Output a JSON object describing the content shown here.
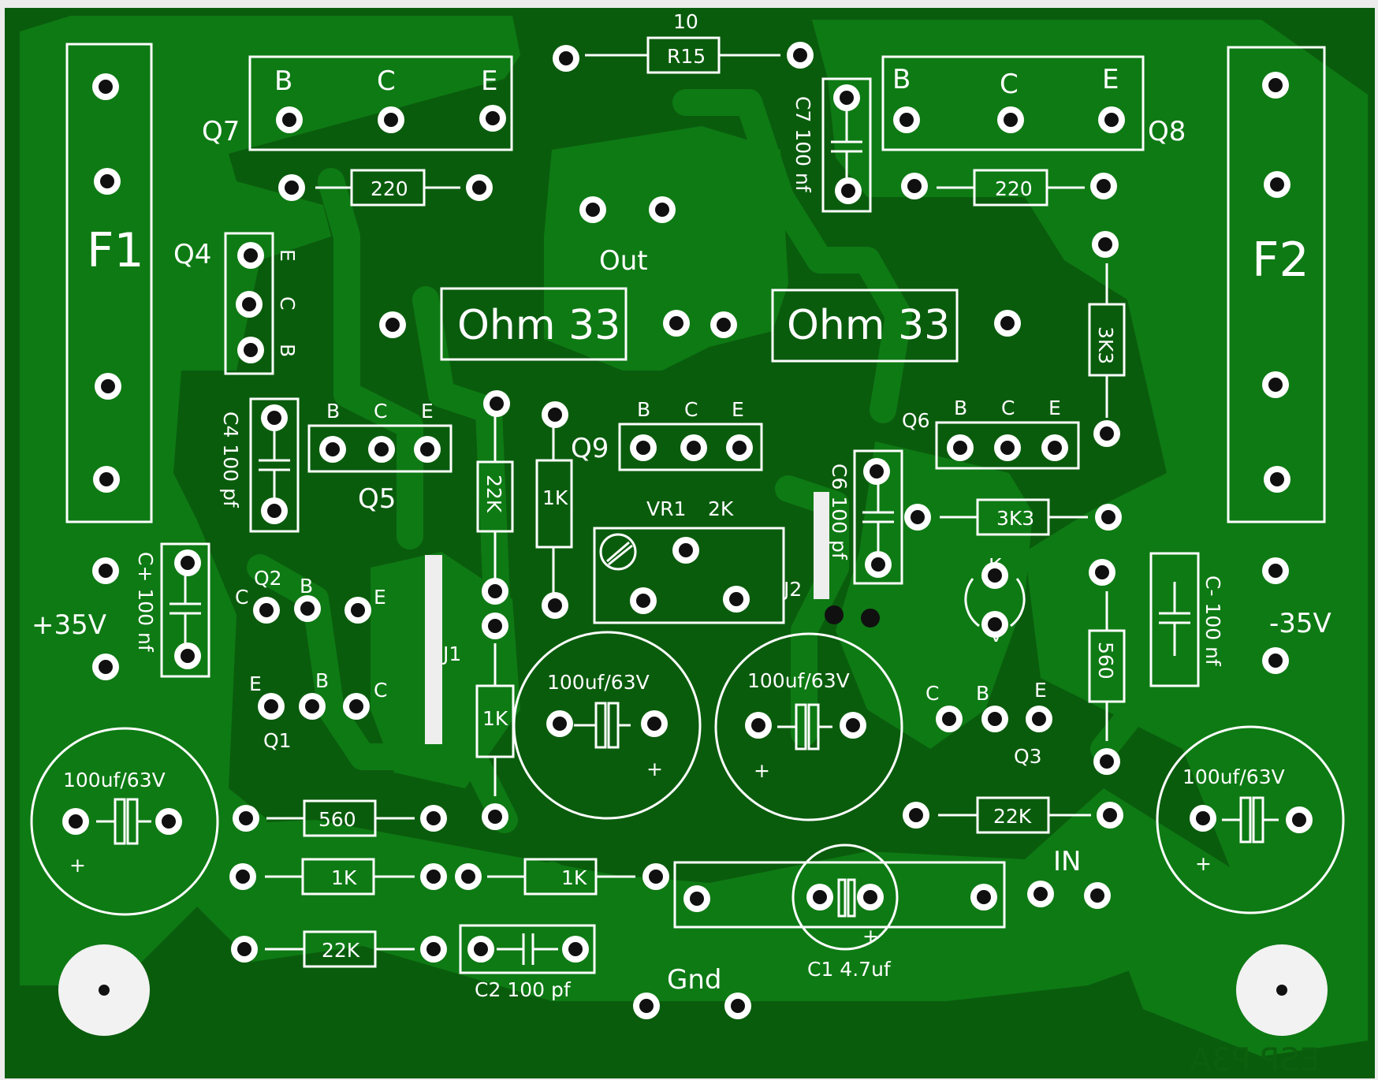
{
  "board": {
    "colors": {
      "copper": "#0e7a14",
      "substrate": "#0a5c0d",
      "silkscreen": "#ffffff",
      "outside": "#ececec"
    },
    "watermark": "ESP P3A"
  },
  "fuses": [
    {
      "ref": "F1"
    },
    {
      "ref": "F2"
    }
  ],
  "power": {
    "positive": "+35V",
    "negative": "-35V",
    "ground": "Gnd",
    "input": "IN",
    "output": "Out"
  },
  "transistors": [
    {
      "ref": "Q7",
      "pins": [
        "B",
        "C",
        "E"
      ]
    },
    {
      "ref": "Q8",
      "pins": [
        "B",
        "C",
        "E"
      ]
    },
    {
      "ref": "Q4",
      "pins": [
        "E",
        "C",
        "B"
      ]
    },
    {
      "ref": "Q5",
      "pins": [
        "B",
        "C",
        "E"
      ]
    },
    {
      "ref": "Q9",
      "pins": [
        "B",
        "C",
        "E"
      ]
    },
    {
      "ref": "Q6",
      "pins": [
        "B",
        "C",
        "E"
      ]
    },
    {
      "ref": "Q2",
      "pins": [
        "C",
        "B",
        "E"
      ]
    },
    {
      "ref": "Q1",
      "pins": [
        "E",
        "B",
        "C"
      ]
    },
    {
      "ref": "Q3",
      "pins": [
        "C",
        "B",
        "E"
      ]
    }
  ],
  "resistors": {
    "r15_ref": "R15",
    "r15_value": "10",
    "q7_base": "220",
    "q8_base": "220",
    "emitter_left": "Ohm 33",
    "emitter_right": "Ohm 33",
    "right_vertical": "3K3",
    "q6_bias": "3K3",
    "r22k_vertical": "22K",
    "r1k_vertical_q9": "1K",
    "r1k_vertical_mid": "1K",
    "r560_right": "560",
    "r22k_right": "22K",
    "r560_bottom": "560",
    "r1k_bottom_left": "1K",
    "r1k_bottom_mid": "1K",
    "r22k_bottom": "22K"
  },
  "capacitors": {
    "c7": "C7 100 nf",
    "c4": "C4 100 pf",
    "c6": "C6 100 pf",
    "cplus": "C+ 100 nf",
    "cminus": "C- 100 nf",
    "c2": "C2 100 pf",
    "c1": "C1 4.7uf",
    "electrolytic": "100uf/63V",
    "plus_mark": "+"
  },
  "misc": {
    "vr1": "VR1",
    "vr1_value": "2K",
    "j1": "J1",
    "j2": "J2",
    "led_k": "K",
    "led_a": "A"
  }
}
